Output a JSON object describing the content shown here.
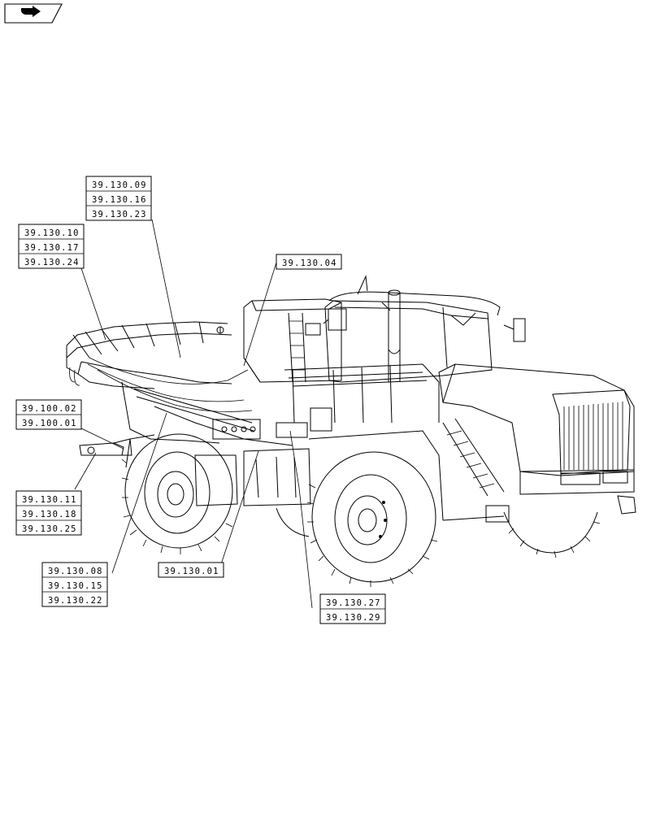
{
  "nav_icon": "back-arrow-icon",
  "callouts": {
    "c1": [
      "39.130.09",
      "39.130.16",
      "39.130.23"
    ],
    "c2": [
      "39.130.10",
      "39.130.17",
      "39.130.24"
    ],
    "c3": [
      "39.130.04"
    ],
    "c4": [
      "39.100.02",
      "39.100.01"
    ],
    "c5": [
      "39.130.11",
      "39.130.18",
      "39.130.25"
    ],
    "c6": [
      "39.130.08",
      "39.130.15",
      "39.130.22"
    ],
    "c7": [
      "39.130.01"
    ],
    "c8": [
      "39.130.27",
      "39.130.29"
    ]
  }
}
